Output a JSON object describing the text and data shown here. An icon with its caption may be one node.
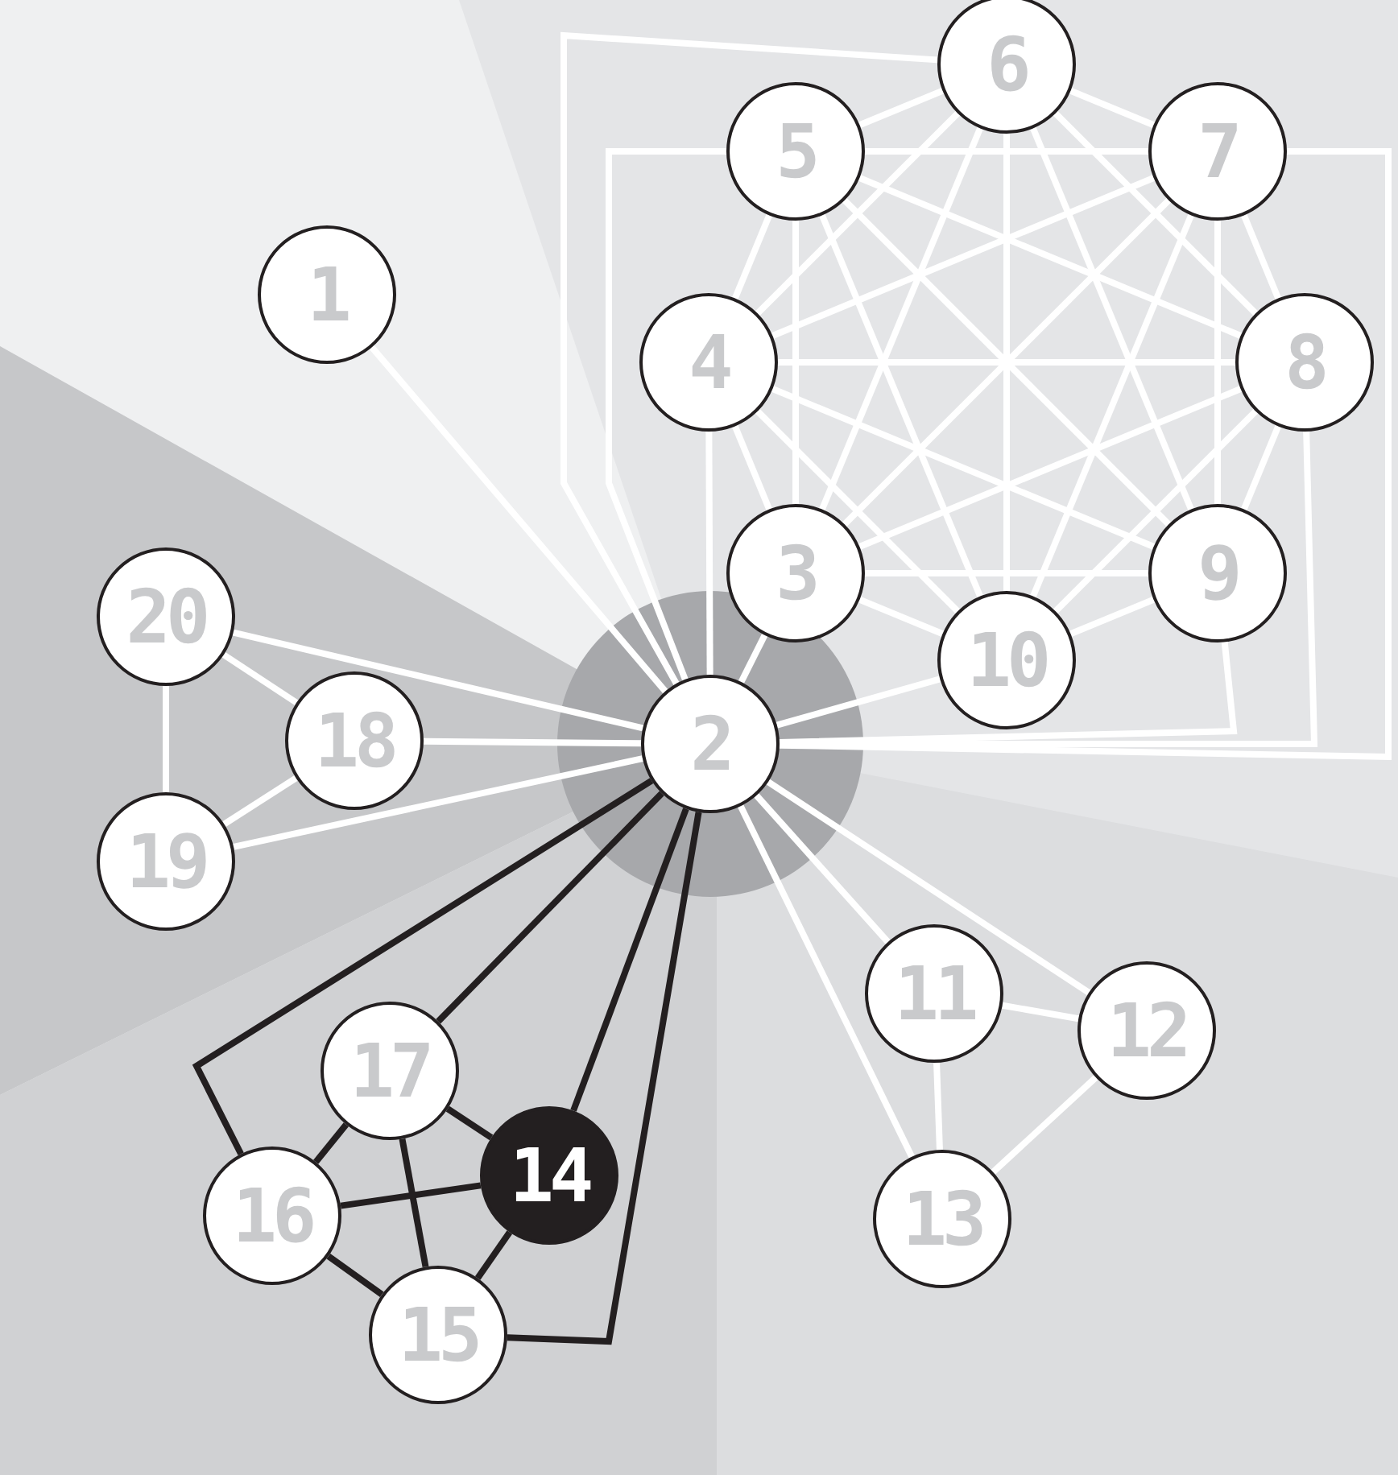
{
  "diagram": {
    "nodes": [
      {
        "text": [
          "1"
        ]
      },
      {
        "text": [
          "2"
        ]
      },
      {
        "text": [
          "3"
        ]
      },
      {
        "text": [
          "4"
        ]
      },
      {
        "text": [
          "5"
        ]
      },
      {
        "text": [
          "6"
        ]
      },
      {
        "text": [
          "7"
        ]
      },
      {
        "text": [
          "8"
        ]
      },
      {
        "text": [
          "9"
        ]
      },
      {
        "text": [
          "10"
        ]
      },
      {
        "text": [
          "11"
        ]
      },
      {
        "text": [
          "12"
        ]
      },
      {
        "text": [
          "13"
        ]
      },
      {
        "text": [
          "14"
        ]
      },
      {
        "text": [
          "15"
        ]
      },
      {
        "text": [
          "16"
        ]
      },
      {
        "text": [
          "17"
        ]
      },
      {
        "text": [
          "18"
        ]
      },
      {
        "text": [
          "19"
        ]
      },
      {
        "text": [
          "20"
        ]
      }
    ],
    "edges": [
      {
        "from": 0,
        "to": 1,
        "arrow": "none"
      },
      {
        "from": 1,
        "to": 2,
        "arrow": "none"
      },
      {
        "from": 1,
        "to": 3,
        "arrow": "none"
      },
      {
        "from": 1,
        "to": 4,
        "arrow": "none"
      },
      {
        "from": 1,
        "to": 5,
        "arrow": "none"
      },
      {
        "from": 1,
        "to": 6,
        "arrow": "none"
      },
      {
        "from": 1,
        "to": 7,
        "arrow": "none"
      },
      {
        "from": 1,
        "to": 8,
        "arrow": "none"
      },
      {
        "from": 1,
        "to": 9,
        "arrow": "none"
      },
      {
        "from": 2,
        "to": 3,
        "arrow": "none"
      },
      {
        "from": 2,
        "to": 4,
        "arrow": "none"
      },
      {
        "from": 2,
        "to": 5,
        "arrow": "none"
      },
      {
        "from": 2,
        "to": 6,
        "arrow": "none"
      },
      {
        "from": 2,
        "to": 7,
        "arrow": "none"
      },
      {
        "from": 2,
        "to": 8,
        "arrow": "none"
      },
      {
        "from": 2,
        "to": 9,
        "arrow": "none"
      },
      {
        "from": 3,
        "to": 4,
        "arrow": "none"
      },
      {
        "from": 3,
        "to": 5,
        "arrow": "none"
      },
      {
        "from": 3,
        "to": 6,
        "arrow": "none"
      },
      {
        "from": 3,
        "to": 7,
        "arrow": "none"
      },
      {
        "from": 3,
        "to": 8,
        "arrow": "none"
      },
      {
        "from": 3,
        "to": 9,
        "arrow": "none"
      },
      {
        "from": 4,
        "to": 5,
        "arrow": "none"
      },
      {
        "from": 4,
        "to": 6,
        "arrow": "none"
      },
      {
        "from": 4,
        "to": 7,
        "arrow": "none"
      },
      {
        "from": 4,
        "to": 8,
        "arrow": "none"
      },
      {
        "from": 4,
        "to": 9,
        "arrow": "none"
      },
      {
        "from": 5,
        "to": 6,
        "arrow": "none"
      },
      {
        "from": 5,
        "to": 7,
        "arrow": "none"
      },
      {
        "from": 5,
        "to": 8,
        "arrow": "none"
      },
      {
        "from": 5,
        "to": 9,
        "arrow": "none"
      },
      {
        "from": 6,
        "to": 7,
        "arrow": "none"
      },
      {
        "from": 6,
        "to": 8,
        "arrow": "none"
      },
      {
        "from": 6,
        "to": 9,
        "arrow": "none"
      },
      {
        "from": 7,
        "to": 8,
        "arrow": "none"
      },
      {
        "from": 7,
        "to": 9,
        "arrow": "none"
      },
      {
        "from": 8,
        "to": 9,
        "arrow": "none"
      },
      {
        "from": 1,
        "to": 10,
        "arrow": "none"
      },
      {
        "from": 1,
        "to": 11,
        "arrow": "none"
      },
      {
        "from": 1,
        "to": 12,
        "arrow": "none"
      },
      {
        "from": 1,
        "to": 13,
        "arrow": "none",
        "color": "#231f20"
      },
      {
        "from": 1,
        "to": 14,
        "arrow": "none",
        "color": "#231f20"
      },
      {
        "from": 1,
        "to": 15,
        "arrow": "none",
        "color": "#231f20"
      },
      {
        "from": 1,
        "to": 16,
        "arrow": "none",
        "color": "#231f20"
      },
      {
        "from": 1,
        "to": 17,
        "arrow": "none"
      },
      {
        "from": 1,
        "to": 18,
        "arrow": "none"
      },
      {
        "from": 1,
        "to": 19,
        "arrow": "none"
      },
      {
        "from": 10,
        "to": 11,
        "arrow": "none"
      },
      {
        "from": 10,
        "to": 12,
        "arrow": "none"
      },
      {
        "from": 11,
        "to": 12,
        "arrow": "none"
      },
      {
        "from": 13,
        "to": 14,
        "arrow": "none",
        "color": "#231f20"
      },
      {
        "from": 13,
        "to": 15,
        "arrow": "none",
        "color": "#231f20"
      },
      {
        "from": 13,
        "to": 16,
        "arrow": "none",
        "color": "#231f20"
      },
      {
        "from": 14,
        "to": 15,
        "arrow": "none",
        "color": "#231f20"
      },
      {
        "from": 14,
        "to": 16,
        "arrow": "none",
        "color": "#231f20"
      },
      {
        "from": 15,
        "to": 16,
        "arrow": "none",
        "color": "#231f20"
      },
      {
        "from": 17,
        "to": 18,
        "arrow": "none"
      },
      {
        "from": 17,
        "to": 19,
        "arrow": "none"
      },
      {
        "from": 18,
        "to": 19,
        "arrow": "none"
      }
    ]
  }
}
